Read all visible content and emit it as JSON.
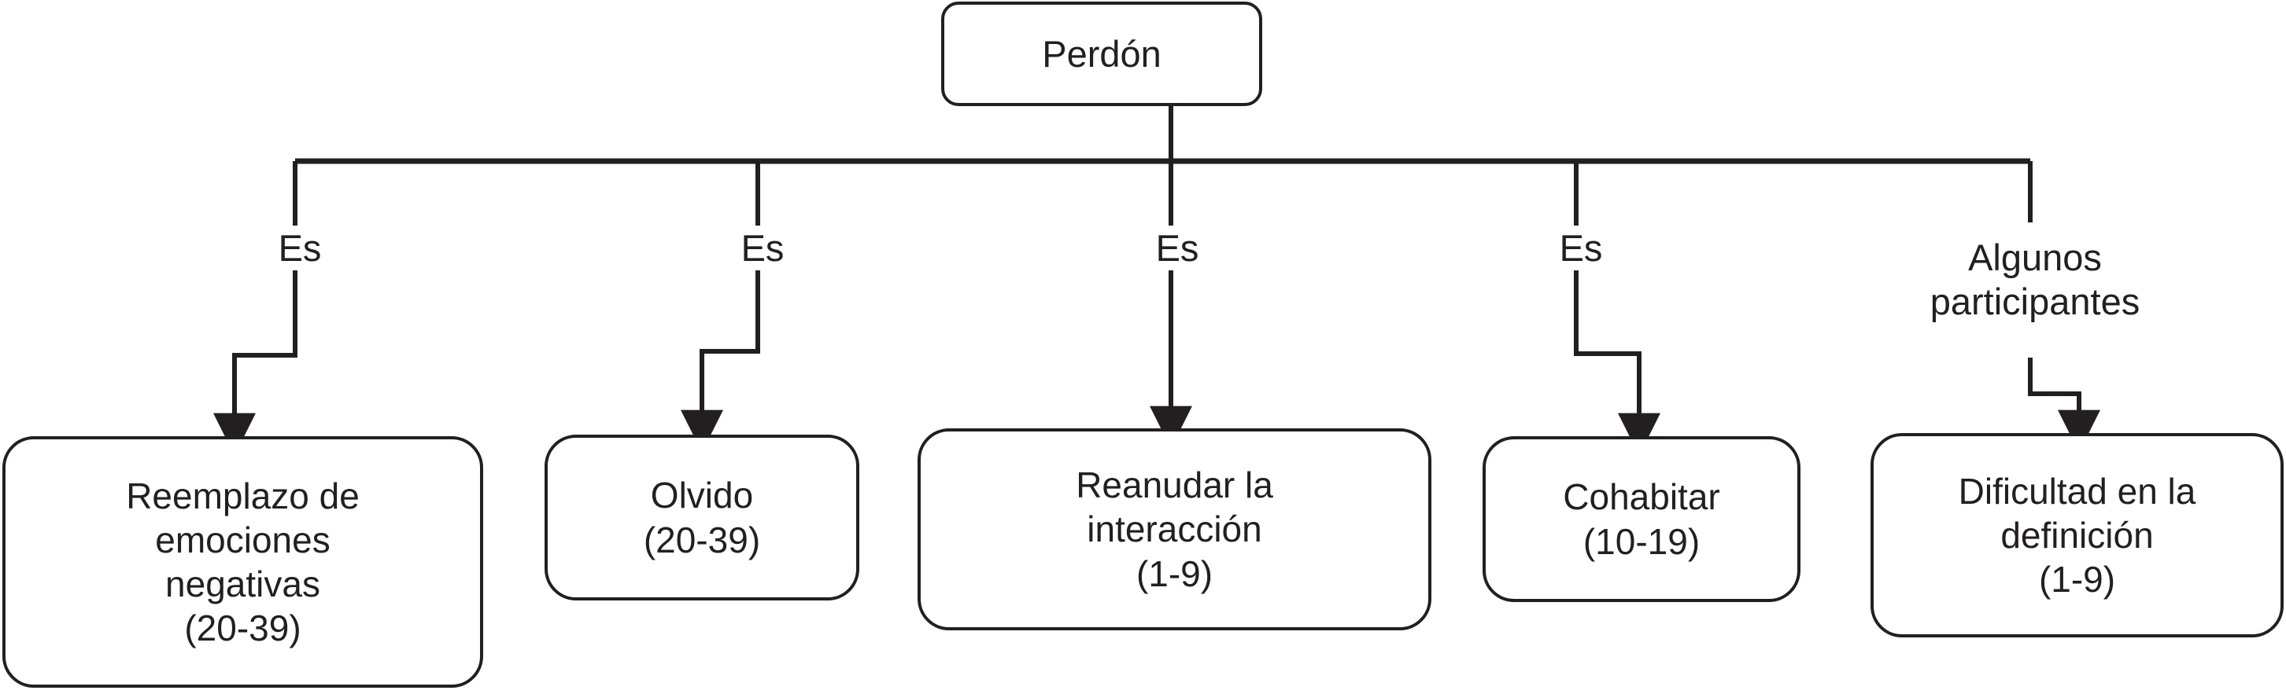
{
  "diagram": {
    "title": "Perdón",
    "background_color": "#ffffff",
    "stroke_color": "#231f20",
    "root": {
      "id": "root",
      "label": "Perdón"
    },
    "edges": [
      {
        "id": "edge-1",
        "label": "Es",
        "from": "root",
        "to": "reemplazo"
      },
      {
        "id": "edge-2",
        "label": "Es",
        "from": "root",
        "to": "olvido"
      },
      {
        "id": "edge-3",
        "label": "Es",
        "from": "root",
        "to": "reanudar"
      },
      {
        "id": "edge-4",
        "label": "Es",
        "from": "root",
        "to": "cohabitar"
      },
      {
        "id": "edge-5",
        "label": "Algunos\nparticipantes",
        "from": "root",
        "to": "dificultad"
      }
    ],
    "nodes": [
      {
        "id": "reemplazo",
        "label": "Reemplazo de\nemociones\nnegativas\n(20-39)",
        "count_range": "(20-39)"
      },
      {
        "id": "olvido",
        "label": "Olvido\n(20-39)",
        "count_range": "(20-39)"
      },
      {
        "id": "reanudar",
        "label": "Reanudar la\ninteracción\n(1-9)",
        "count_range": "(1-9)"
      },
      {
        "id": "cohabitar",
        "label": "Cohabitar\n(10-19)",
        "count_range": "(10-19)"
      },
      {
        "id": "dificultad",
        "label": "Dificultad en la\ndefinición\n(1-9)",
        "count_range": "(1-9)"
      }
    ]
  }
}
